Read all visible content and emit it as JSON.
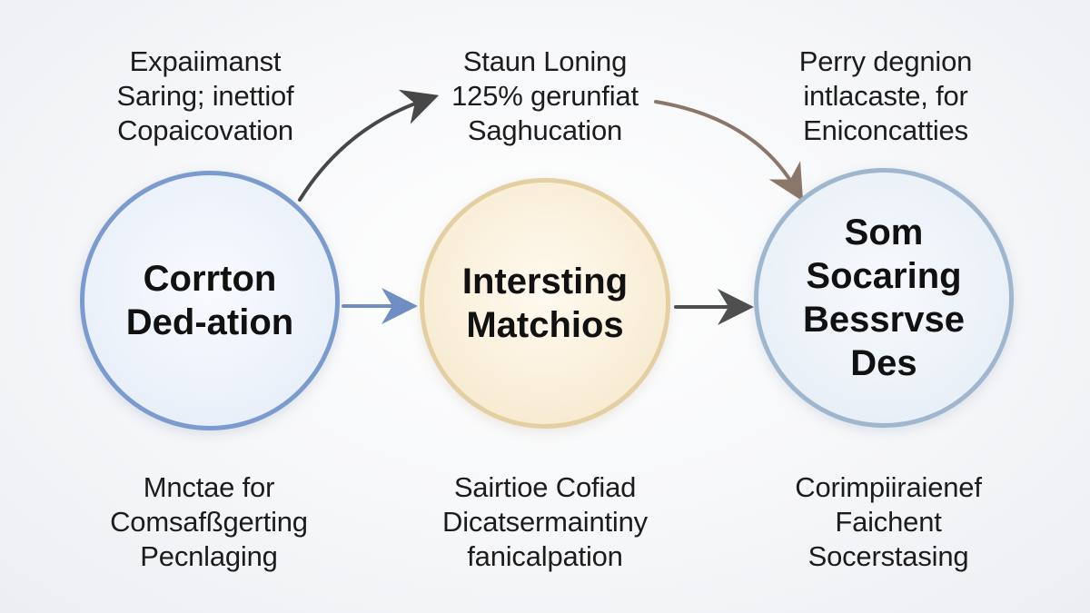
{
  "top_captions": {
    "left": [
      "Expaiimanst",
      "Saring; inettiof",
      "Copaicovation"
    ],
    "middle": [
      "Staun Loning",
      "125% gerunfiat",
      "Saghucation"
    ],
    "right": [
      "Perry degnion",
      "intlacaste, for",
      "Eniconcatties"
    ]
  },
  "circles": {
    "left": [
      "Corrton",
      "Ded-ation"
    ],
    "middle": [
      "Intersting",
      "Matchios"
    ],
    "right": [
      "Som",
      "Socaring",
      "Bessrvse",
      "Des"
    ]
  },
  "bottom_captions": {
    "left": [
      "Mnctae for",
      "Comsafßgerting",
      "Pecnlaging"
    ],
    "middle": [
      "Sairtioe Cofiad",
      "Dicatsermaintiny",
      "fanicalpation"
    ],
    "right": [
      "Corimpiiraienef",
      "Faichent",
      "Socerstasing"
    ]
  },
  "colors": {
    "left_ring": "#7b9bcf",
    "middle_ring": "#e3cfa2",
    "right_ring": "#9fb6cf",
    "arrow_blue": "#6f8fc4",
    "arrow_dark": "#4a4a4a",
    "arrow_brown": "#8a776a"
  }
}
